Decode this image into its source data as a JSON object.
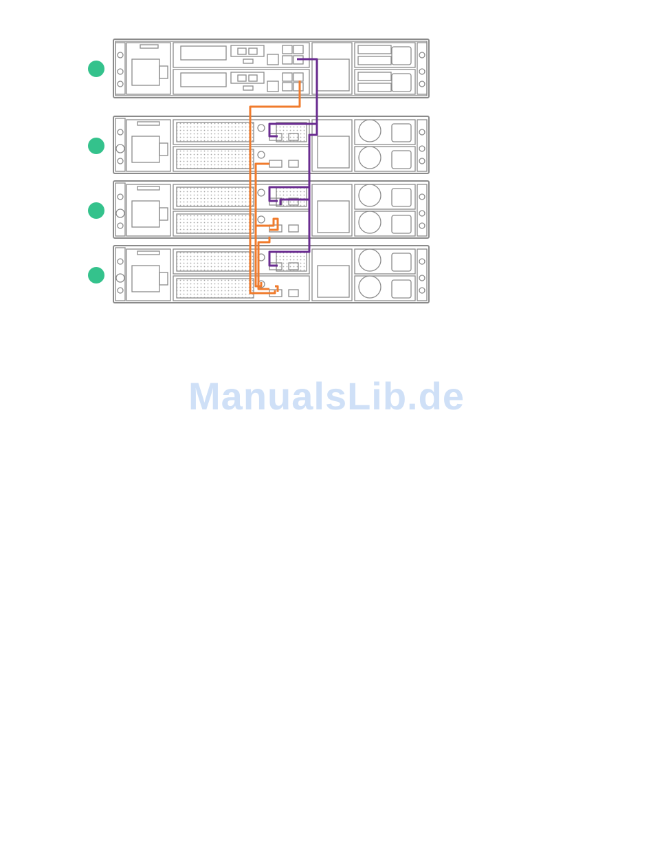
{
  "watermark": {
    "text": "ManualsLib.de",
    "color": "#cfe0f7"
  },
  "colors": {
    "line": "#8a8a8a",
    "badge": "#34c28c",
    "cable_a": "#f07b2c",
    "cable_b": "#6a2c90"
  },
  "diagram": {
    "units": [
      {
        "id": "controller-unit",
        "kind": "controller"
      },
      {
        "id": "expansion-unit-1",
        "kind": "expansion"
      },
      {
        "id": "expansion-unit-2",
        "kind": "expansion"
      },
      {
        "id": "expansion-unit-3",
        "kind": "expansion"
      }
    ],
    "cables": [
      {
        "id": "cable-orange",
        "color_key": "cable_a"
      },
      {
        "id": "cable-purple",
        "color_key": "cable_b"
      }
    ]
  }
}
